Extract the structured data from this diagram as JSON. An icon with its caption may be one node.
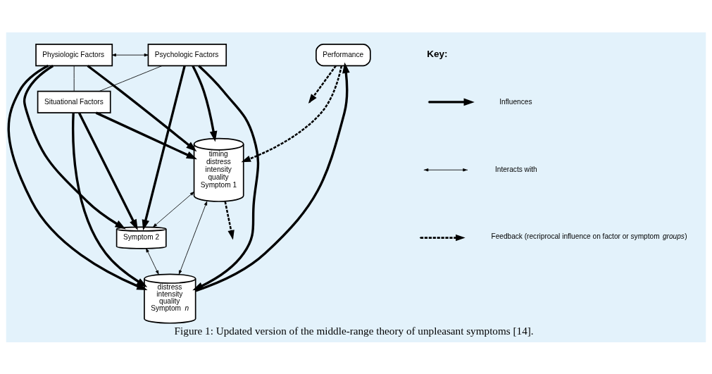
{
  "diagram": {
    "caption": "Figure 1: Updated version of the middle-range theory of unpleasant symptoms [14].",
    "nodes": [
      {
        "text": [
          "Physiologic Factors"
        ]
      },
      {
        "text": [
          "Psychologic Factors"
        ]
      },
      {
        "text": [
          "Situational Factors"
        ]
      },
      {
        "text": [
          "Performance"
        ]
      },
      {
        "text": [
          "timing",
          "distress",
          "intensity",
          "quality",
          "Symptom 1"
        ]
      },
      {
        "text": [
          "Symptom 2"
        ]
      },
      {
        "text": [
          "distress",
          "intensity",
          "quality",
          "Symptom *n*"
        ]
      }
    ],
    "edges": [
      {
        "from": 0,
        "to": 1,
        "arrow": "both"
      },
      {
        "from": 0,
        "to": 2,
        "arrow": "none"
      },
      {
        "from": 1,
        "to": 2,
        "arrow": "none"
      },
      {
        "from": 0,
        "to": 4,
        "arrow": "to"
      },
      {
        "from": 0,
        "to": 5,
        "arrow": "to"
      },
      {
        "from": 0,
        "to": 6,
        "arrow": "to"
      },
      {
        "from": 2,
        "to": 4,
        "arrow": "to"
      },
      {
        "from": 2,
        "to": 5,
        "arrow": "to"
      },
      {
        "from": 2,
        "to": 6,
        "arrow": "to"
      },
      {
        "from": 1,
        "to": 4,
        "arrow": "to"
      },
      {
        "from": 1,
        "to": 5,
        "arrow": "to"
      },
      {
        "from": 1,
        "to": 6,
        "arrow": "to"
      },
      {
        "from": 6,
        "to": 3,
        "arrow": "to"
      },
      {
        "from": 3,
        "to": 4,
        "arrow": "to",
        "style": "dashed"
      },
      {
        "from": 3,
        "to": null,
        "arrow": "to",
        "style": "dashed"
      },
      {
        "from": 4,
        "to": null,
        "arrow": "to",
        "style": "dashed"
      },
      {
        "from": 4,
        "to": 5,
        "arrow": "both"
      },
      {
        "from": 5,
        "to": 6,
        "arrow": "both"
      },
      {
        "from": 4,
        "to": 6,
        "arrow": "both"
      }
    ],
    "labels": [
      "Key:"
    ],
    "legend": [
      {
        "text": "Influences"
      },
      {
        "text": "Interacts with"
      },
      {
        "text": "Feedback (recriprocal influence on factor or symptom *groups*)"
      }
    ]
  }
}
